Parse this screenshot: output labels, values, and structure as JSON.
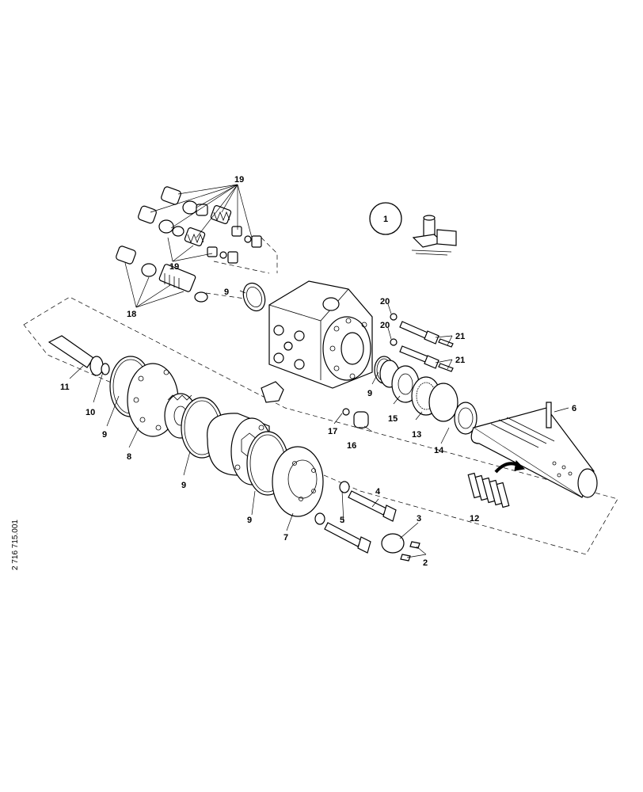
{
  "drawing_reference": "2 716 715.001",
  "note_symbol_number": "1",
  "callouts": {
    "c19a": "19",
    "c19b": "19",
    "c18": "18",
    "c9_top": "9",
    "c20a": "20",
    "c20b": "20",
    "c21a": "21",
    "c21b": "21",
    "c11": "11",
    "c10": "10",
    "c9_a": "9",
    "c8": "8",
    "c9_b": "9",
    "c9_c": "9",
    "c9_d": "9",
    "c15": "15",
    "c13": "13",
    "c14": "14",
    "c6": "6",
    "c17": "17",
    "c16": "16",
    "c7": "7",
    "c5": "5",
    "c4": "4",
    "c3": "3",
    "c2": "2",
    "c12": "12"
  },
  "colors": {
    "line": "#000000",
    "background": "#ffffff"
  }
}
